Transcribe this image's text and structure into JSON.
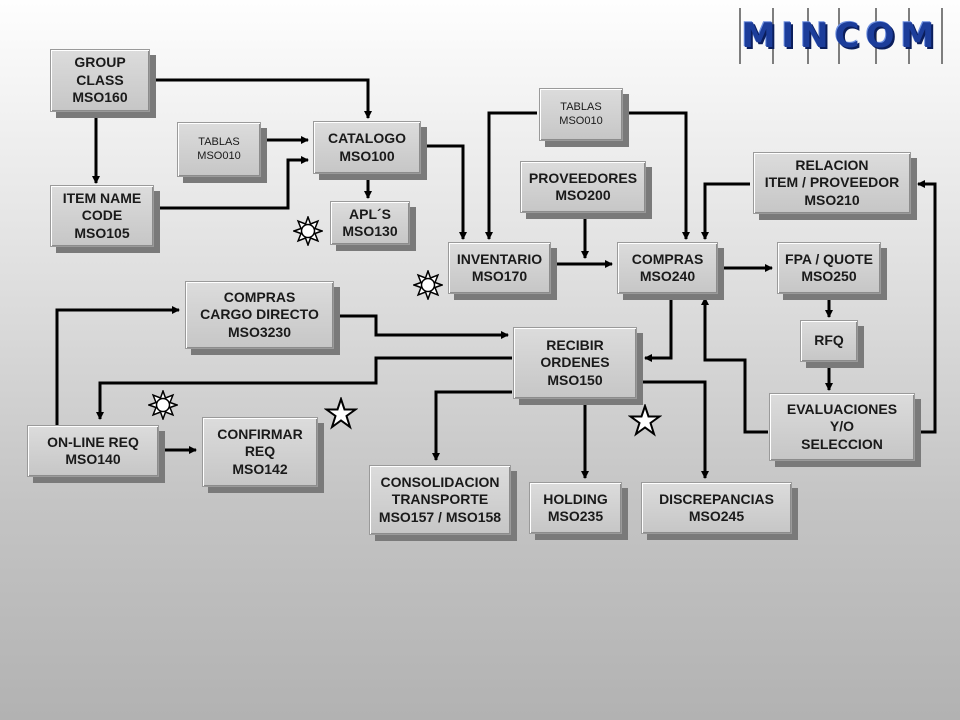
{
  "logo": {
    "text": "MINCOM"
  },
  "boxes": {
    "group_class": "GROUP\nCLASS\nMSO160",
    "item_name": "ITEM NAME\nCODE\nMSO105",
    "tablas_1": "TABLAS\nMSO010",
    "catalogo": "CATALOGO\nMSO100",
    "apls": "APL´S\nMSO130",
    "tablas_2": "TABLAS\nMSO010",
    "proveedores": "PROVEEDORES\nMSO200",
    "relacion": "RELACION\nITEM / PROVEEDOR\nMSO210",
    "inventario": "INVENTARIO\nMSO170",
    "compras_240": "COMPRAS\nMSO240",
    "fpa_quote": "FPA / QUOTE\nMSO250",
    "compras_cargo": "COMPRAS\nCARGO DIRECTO\nMSO3230",
    "rfq": "RFQ",
    "recibir": "RECIBIR\nORDENES\nMSO150",
    "evaluaciones": "EVALUACIONES\nY/O\nSELECCION",
    "online_req": "ON-LINE REQ\nMSO140",
    "confirmar": "CONFIRMAR\nREQ\nMSO142",
    "consolidacion": "CONSOLIDACION\nTRANSPORTE\nMSO157 / MSO158",
    "holding": "HOLDING\nMSO235",
    "discrepancias": "DISCREPANCIAS\nMSO245"
  },
  "markers": {
    "sun": [
      "sun-icon",
      "sun-icon",
      "sun-icon"
    ],
    "star": [
      "star-icon",
      "star-icon"
    ]
  },
  "colors": {
    "logo": "#1c3d9a",
    "lines": "#000000",
    "box_fill": "#d0d0d0",
    "shadow": "#7a7a7a"
  }
}
